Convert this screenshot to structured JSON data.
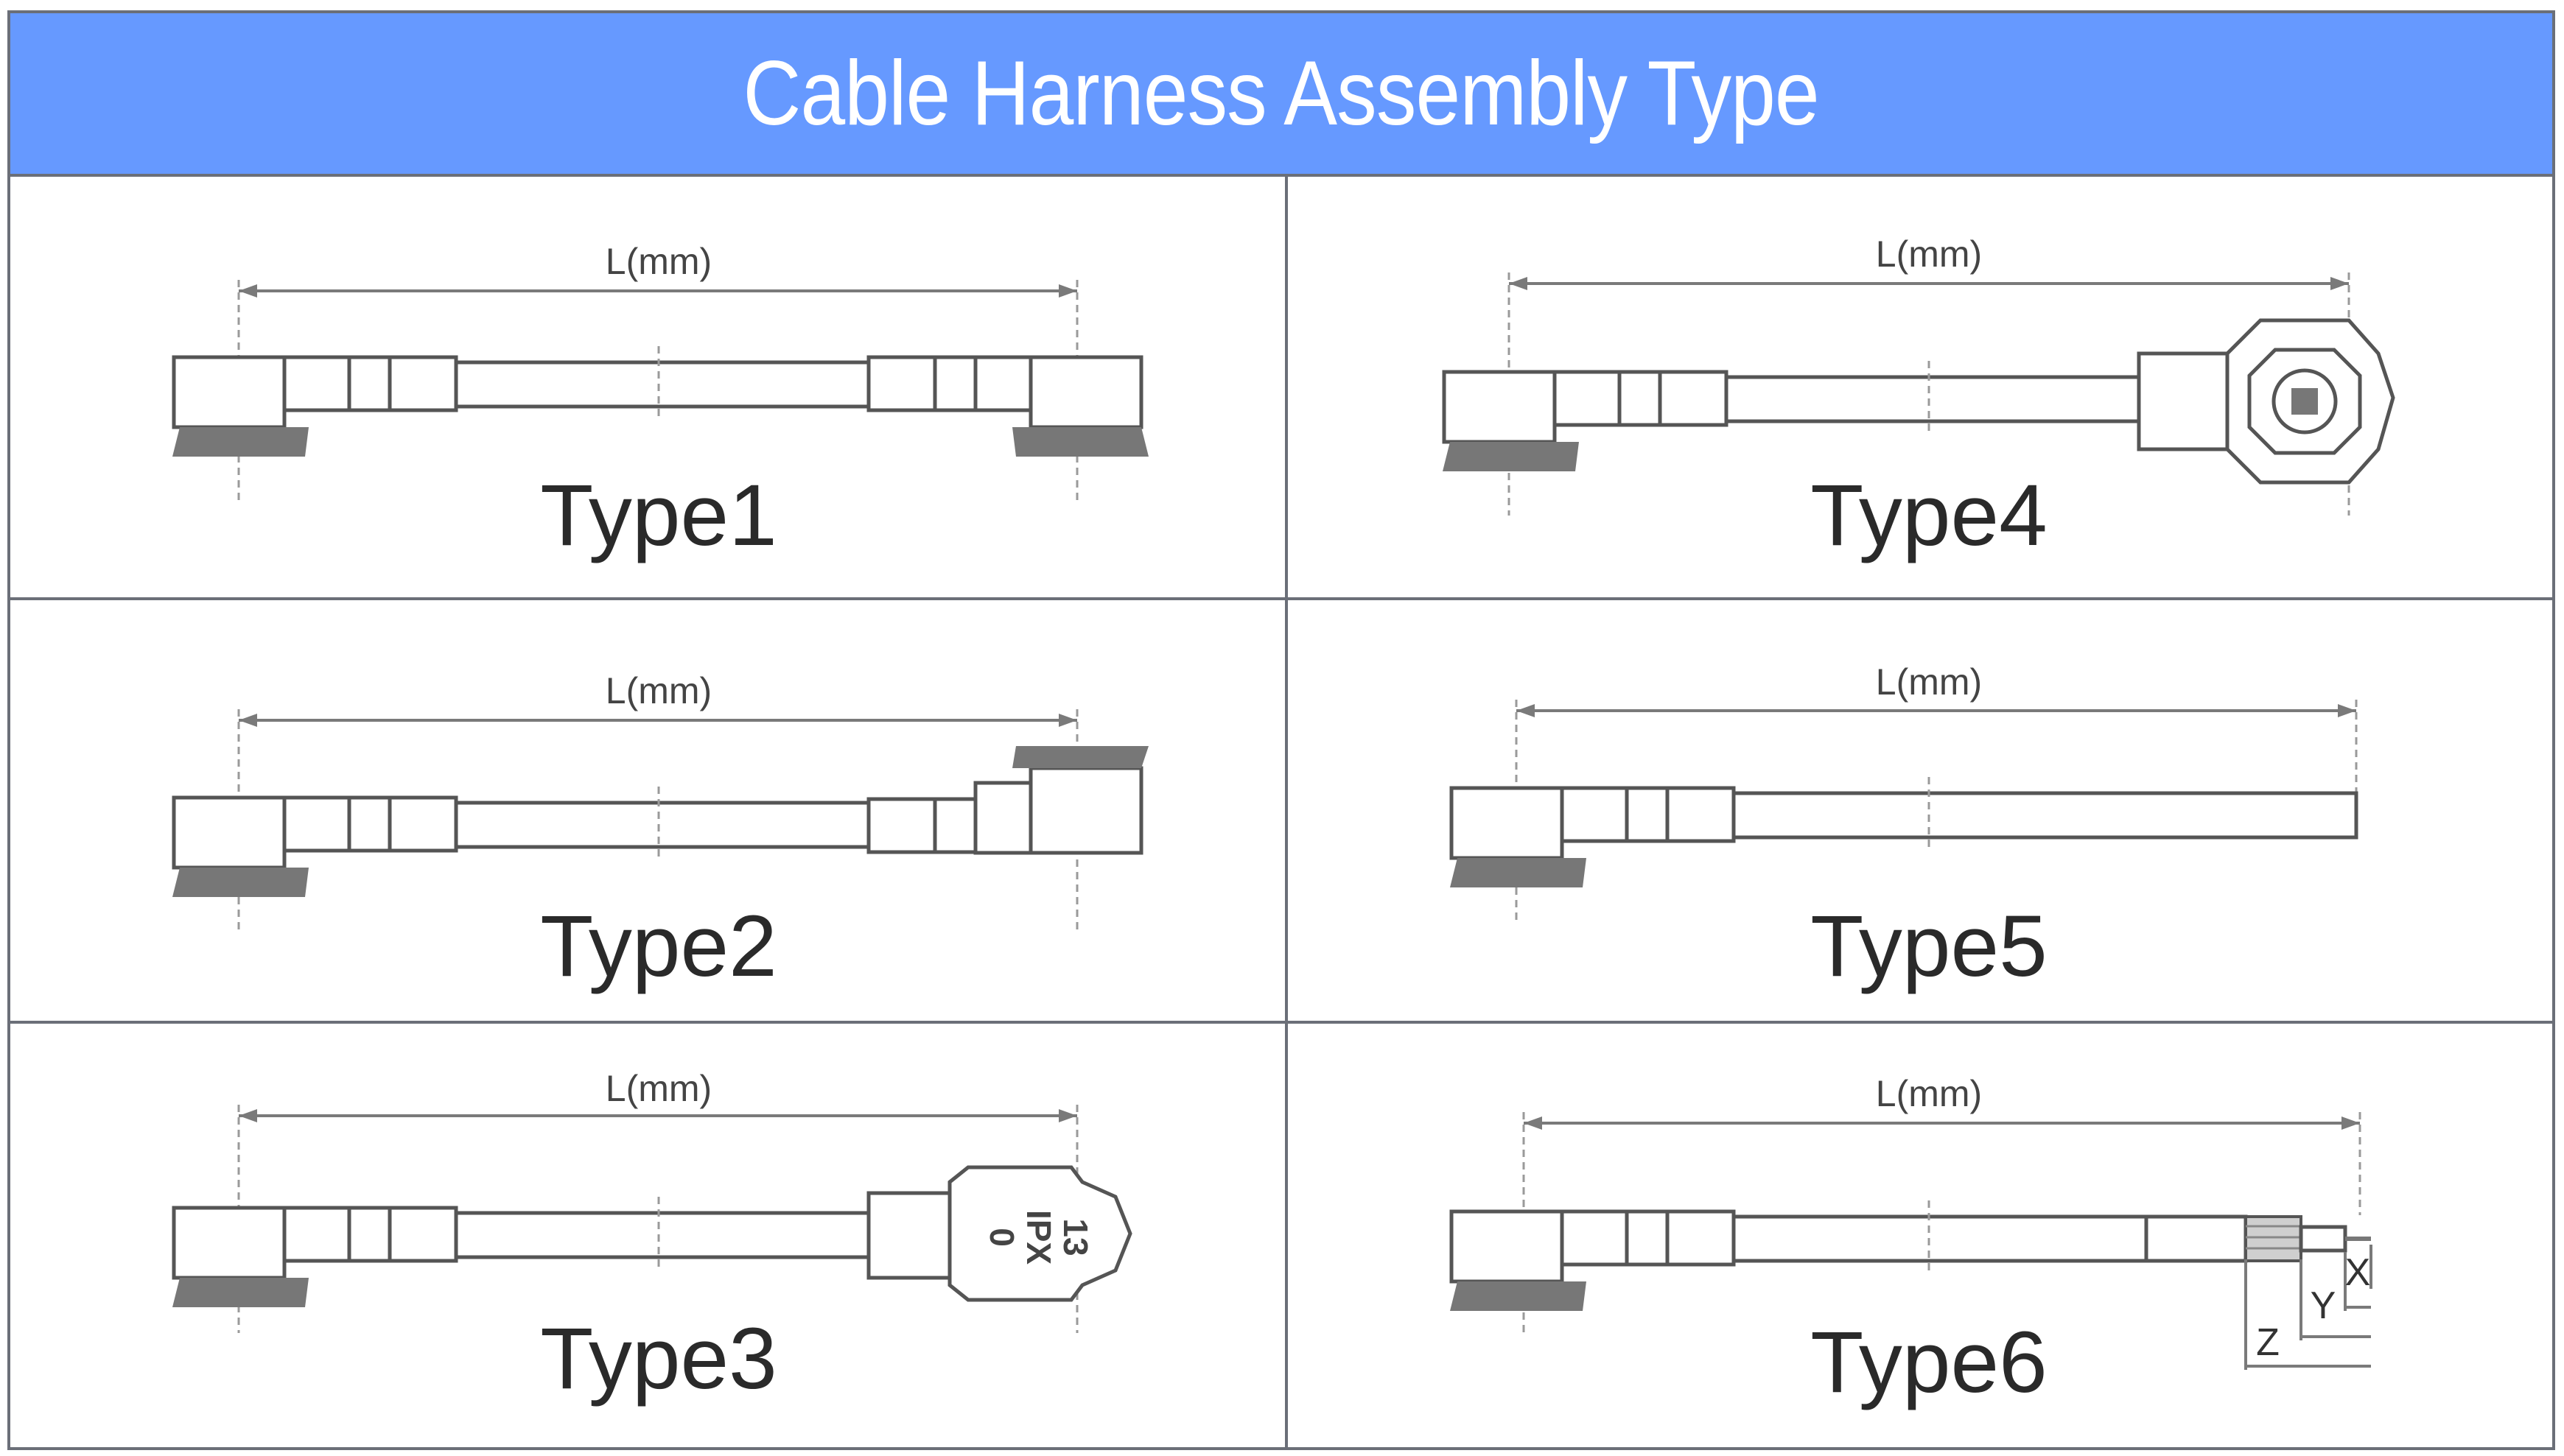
{
  "header": {
    "title": "Cable Harness Assembly Type"
  },
  "types": [
    {
      "label": "Type1",
      "dimension": "L(mm)"
    },
    {
      "label": "Type4",
      "dimension": "L(mm)"
    },
    {
      "label": "Type2",
      "dimension": "L(mm)"
    },
    {
      "label": "Type5",
      "dimension": "L(mm)"
    },
    {
      "label": "Type3",
      "dimension": "L(mm)",
      "connector_marking": [
        "13",
        "IPX",
        "0"
      ]
    },
    {
      "label": "Type6",
      "dimension": "L(mm)",
      "strip_dims": [
        "Z",
        "Y",
        "X"
      ]
    }
  ],
  "colors": {
    "header_bg": "#6699ff",
    "header_text": "#ffffff",
    "border": "#6b6f78"
  }
}
